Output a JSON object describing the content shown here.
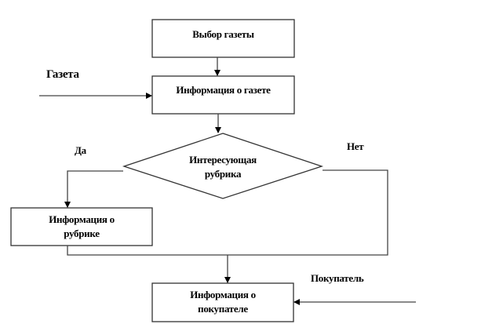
{
  "diagram": {
    "type": "flowchart",
    "colors": {
      "stroke": "#333333",
      "text": "#000000",
      "background": "#ffffff"
    },
    "nodes": [
      {
        "id": "choose",
        "shape": "process",
        "label": "Выбор газеты"
      },
      {
        "id": "paper_info",
        "shape": "process",
        "label": "Информация о газете"
      },
      {
        "id": "decision",
        "shape": "decision",
        "label_line1": "Интересующая",
        "label_line2": "рубрика"
      },
      {
        "id": "rubric_info",
        "shape": "process",
        "label_line1": "Информация о",
        "label_line2": "рубрике"
      },
      {
        "id": "buyer_info",
        "shape": "process",
        "label_line1": "Информация о",
        "label_line2": "покупателе"
      }
    ],
    "inputs": [
      {
        "id": "newspaper",
        "label": "Газета",
        "target": "paper_info"
      },
      {
        "id": "buyer",
        "label": "Покупатель",
        "target": "buyer_info"
      }
    ],
    "branches": {
      "yes": "Да",
      "no": "Нет"
    },
    "edges": [
      {
        "from": "choose",
        "to": "paper_info"
      },
      {
        "from": "paper_info",
        "to": "decision"
      },
      {
        "from": "decision",
        "to": "rubric_info",
        "label": "Да"
      },
      {
        "from": "decision",
        "to": "buyer_info",
        "label": "Нет"
      },
      {
        "from": "rubric_info",
        "to": "buyer_info"
      }
    ]
  }
}
